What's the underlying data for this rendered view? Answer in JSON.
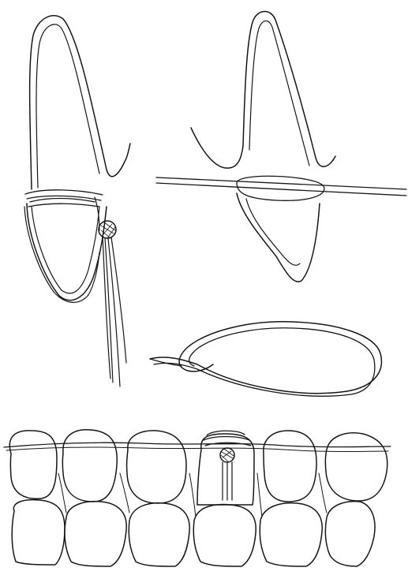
{
  "figure": {
    "caption": "",
    "panels": [
      {
        "id": "tooth-lateral-tied",
        "label": ""
      },
      {
        "id": "tooth-lateral-wire",
        "label": ""
      },
      {
        "id": "wire-loop",
        "label": ""
      },
      {
        "id": "dental-arch-front",
        "label": ""
      }
    ],
    "colors": {
      "ink": "#161616",
      "background": "#ffffff"
    }
  }
}
